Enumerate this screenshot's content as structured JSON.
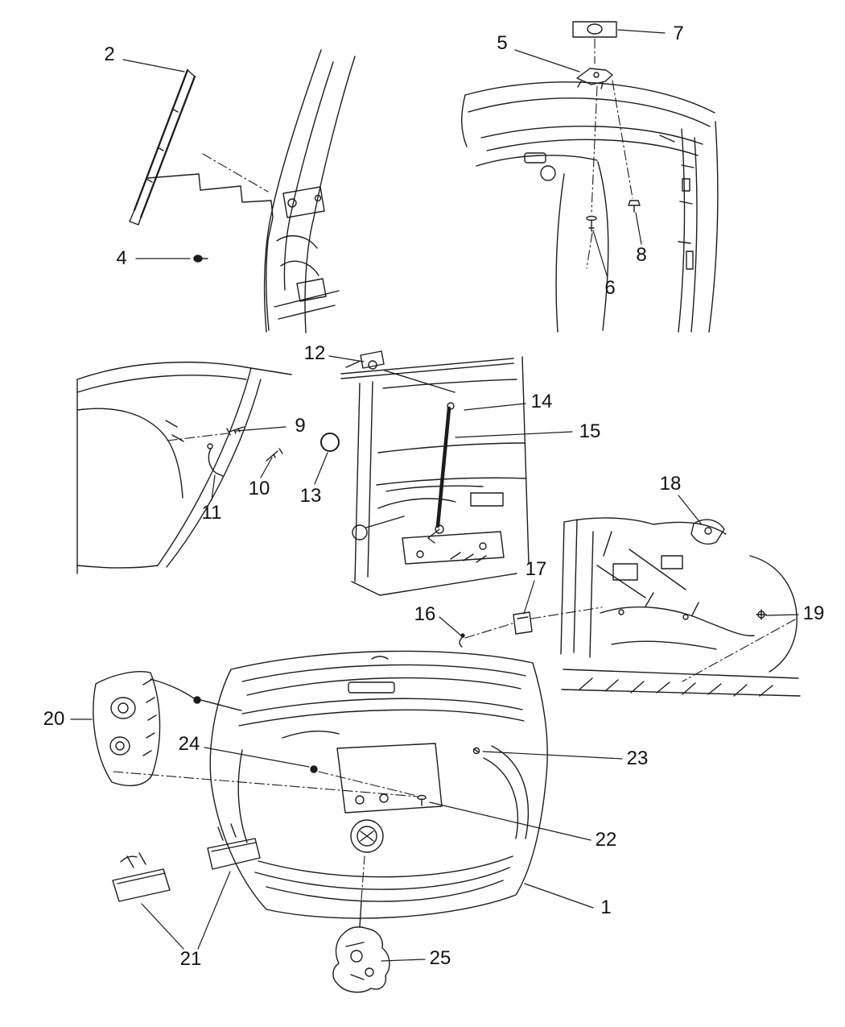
{
  "diagram": {
    "description": "Exploded liftgate parts diagram with numbered callouts",
    "accent_color": "#1c1c1c",
    "background_color": "#ffffff",
    "callouts": [
      {
        "label": "1"
      },
      {
        "label": "2"
      },
      {
        "label": "4"
      },
      {
        "label": "5"
      },
      {
        "label": "6"
      },
      {
        "label": "7"
      },
      {
        "label": "8"
      },
      {
        "label": "9"
      },
      {
        "label": "10"
      },
      {
        "label": "11"
      },
      {
        "label": "12"
      },
      {
        "label": "13"
      },
      {
        "label": "14"
      },
      {
        "label": "15"
      },
      {
        "label": "16"
      },
      {
        "label": "17"
      },
      {
        "label": "18"
      },
      {
        "label": "19"
      },
      {
        "label": "20"
      },
      {
        "label": "21"
      },
      {
        "label": "22"
      },
      {
        "label": "23"
      },
      {
        "label": "24"
      },
      {
        "label": "25"
      }
    ]
  }
}
